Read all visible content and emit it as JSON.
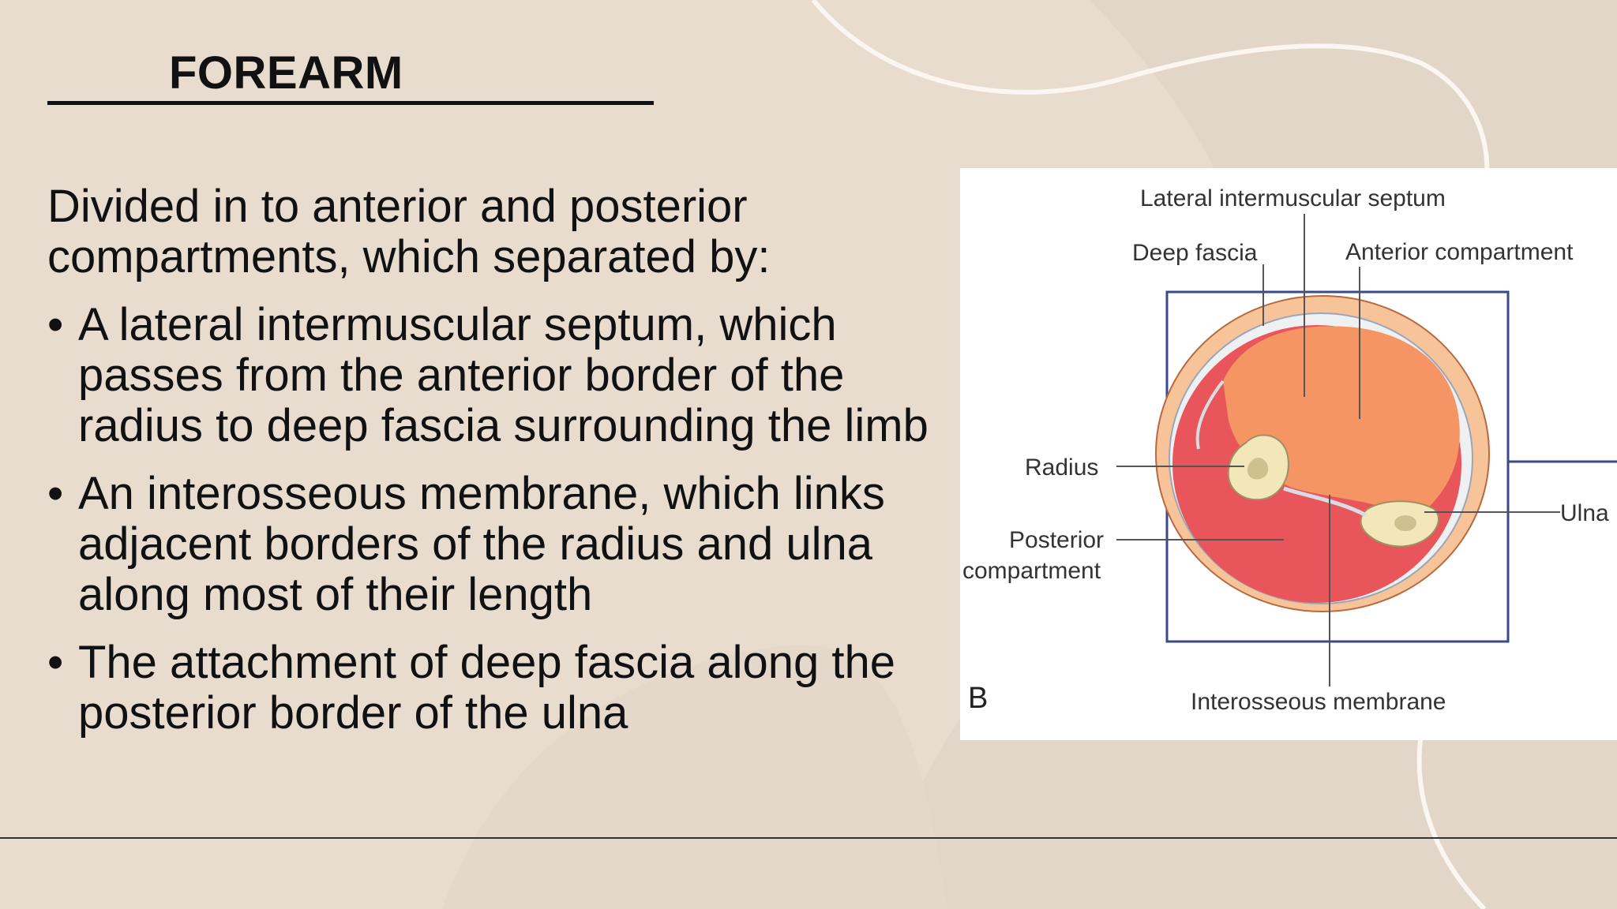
{
  "slide": {
    "title": "FOREARM",
    "intro": "Divided in to anterior and posterior compartments, which separated by:",
    "bullets": [
      {
        "marker": "•",
        "text": "A lateral intermuscular septum, which passes from the anterior border of the radius to deep fascia surrounding the limb"
      },
      {
        "marker": "•",
        "text": "An interosseous membrane, which links adjacent borders of the radius and ulna along most of their length"
      },
      {
        "marker": "•",
        "text": "The attachment of deep fascia along the posterior border of the ulna"
      }
    ]
  },
  "figure": {
    "panel_label": "B",
    "labels": {
      "lateral_septum": "Lateral intermuscular septum",
      "deep_fascia": "Deep fascia",
      "anterior_compartment": "Anterior compartment",
      "radius": "Radius",
      "ulna": "Ulna",
      "posterior_line1": "Posterior",
      "posterior_line2": "compartment",
      "interosseous": "Interosseous membrane"
    }
  },
  "colors": {
    "background": "#e8dccf",
    "skin": "#f7c49a",
    "anterior": "#f49563",
    "posterior": "#e8555a",
    "bone": "#f3e6b8",
    "frame": "#3a4a8a"
  }
}
